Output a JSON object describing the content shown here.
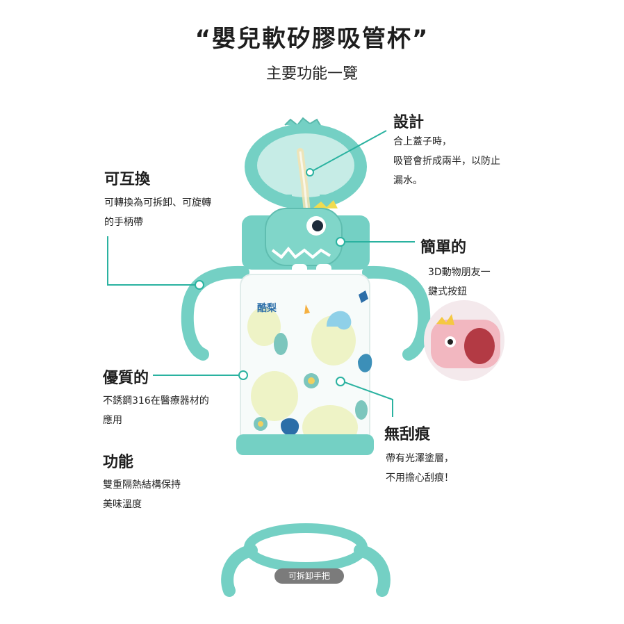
{
  "title": "“嬰兒軟矽膠吸管杯”",
  "subtitle": "主要功能一覽",
  "features": {
    "design": {
      "heading": "設計",
      "desc": "合上蓋子時，\n吸管會折成兩半，以防止\n漏水。"
    },
    "interchangeable": {
      "heading": "可互換",
      "desc": "可轉換為可拆卸、可旋轉\n的手柄帶"
    },
    "simple": {
      "heading": "簡單的",
      "desc": "3D動物朋友一\n鍵式按鈕"
    },
    "quality": {
      "heading": "優質的",
      "desc": "不銹鋼316在醫療器材的\n應用"
    },
    "scratch": {
      "heading": "無刮痕",
      "desc": "帶有光澤塗層，\n不用擔心刮痕！"
    },
    "function": {
      "heading": "功能",
      "desc": "雙重隔熱結構保持\n美味溫度"
    }
  },
  "cup_print_labels": {
    "brand": "酷梨"
  },
  "handle_badge": "可拆卸手把",
  "colors": {
    "teal": "#74d0c4",
    "accent_line": "#2ab2a0",
    "straw": "#f3e3b0"
  }
}
